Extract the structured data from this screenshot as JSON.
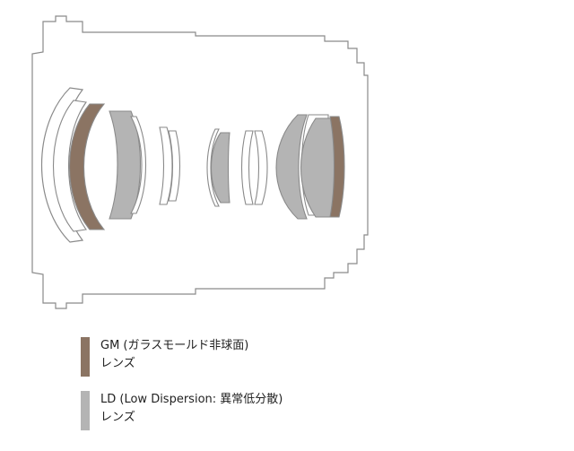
{
  "colors": {
    "outline": "#8a8a8a",
    "gm": "#8b7463",
    "ld": "#b4b4b4",
    "plain": "#ffffff"
  },
  "legend": {
    "gm": {
      "line1": "GM (ガラスモールド非球面)",
      "line2": "レンズ"
    },
    "ld": {
      "line1": "LD (Low Dispersion: 異常低分散)",
      "line2": "レンズ"
    }
  }
}
